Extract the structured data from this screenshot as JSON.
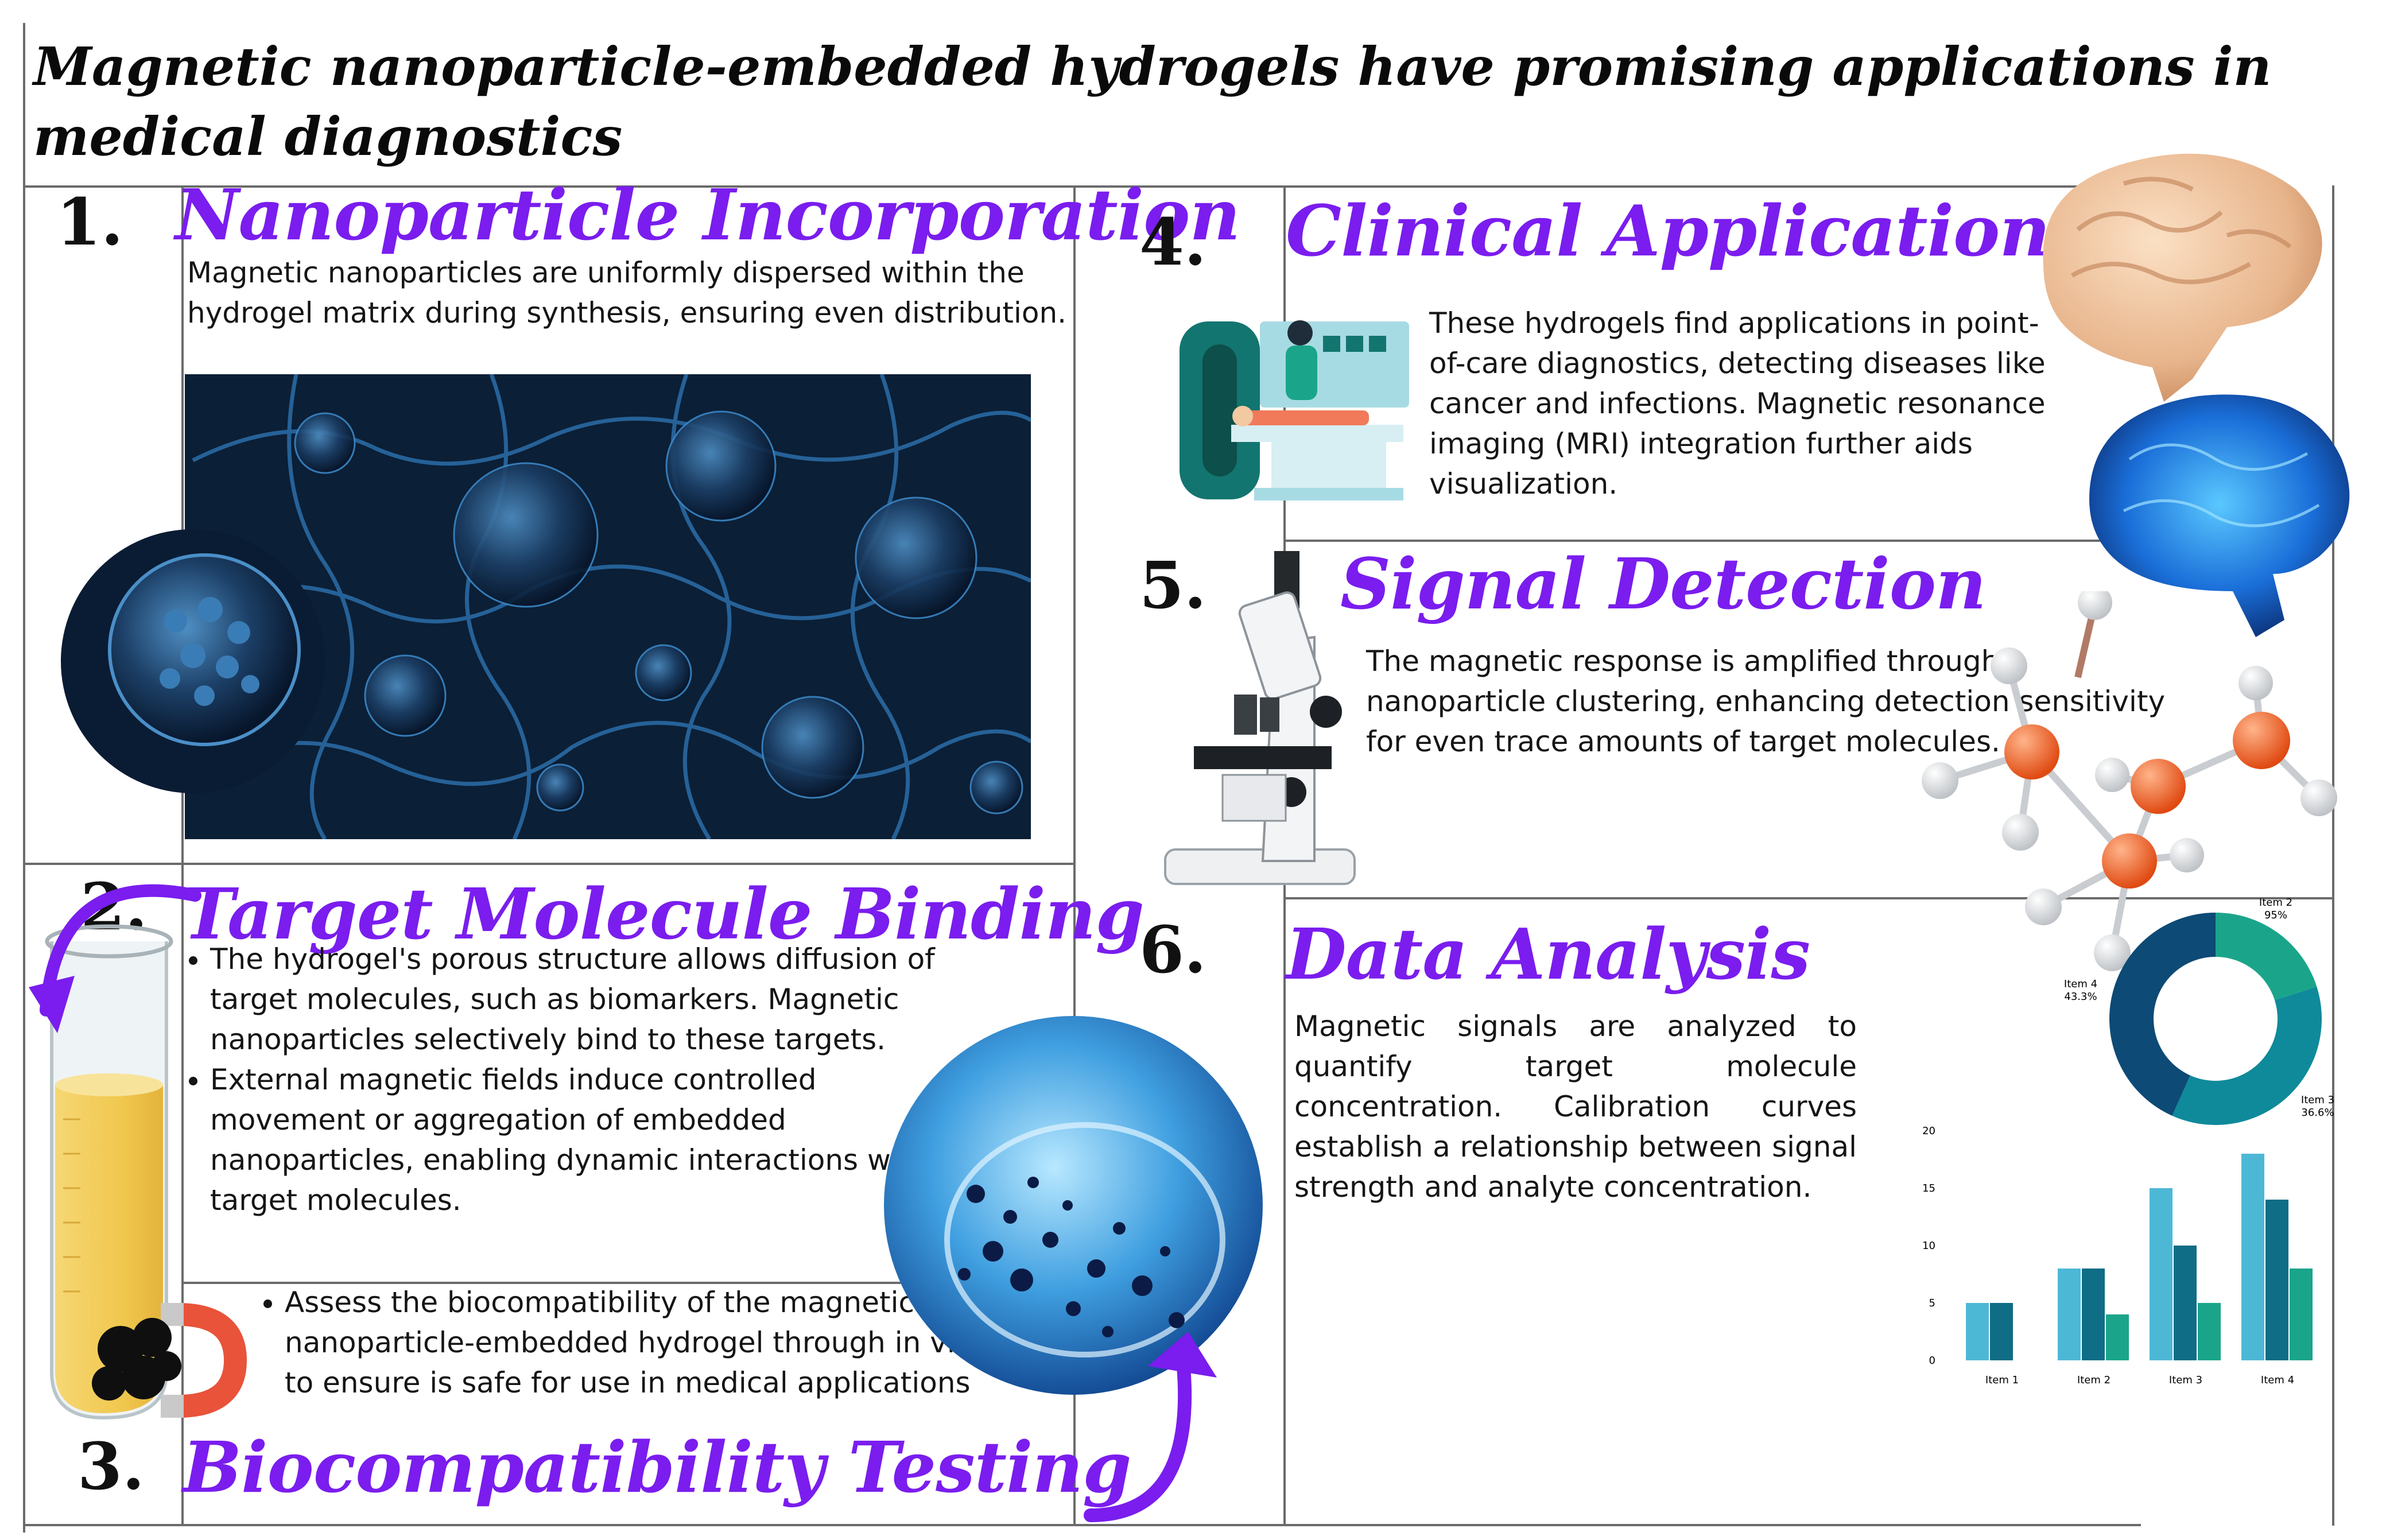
{
  "title": "Magnetic nanoparticle-embedded hydrogels have promising applications in medical diagnostics",
  "sections": {
    "s1": {
      "number": "1.",
      "title": "Nanoparticle Incorporation",
      "text": "Magnetic nanoparticles are uniformly dispersed within the hydrogel matrix during synthesis, ensuring even distribution."
    },
    "s2": {
      "number": "2.",
      "title": "Target Molecule Binding",
      "bullets": [
        "The hydrogel's porous structure allows diffusion of target molecules, such as biomarkers. Magnetic nanoparticles selectively bind to these targets.",
        "External magnetic fields induce controlled movement or aggregation of embedded nanoparticles, enabling dynamic interactions with target molecules."
      ]
    },
    "s3": {
      "number": "3.",
      "title": "Biocompatibility Testing",
      "bullets": [
        "Assess the biocompatibility of the magnetic nanoparticle-embedded hydrogel through in vitro to ensure is safe for use in medical applications"
      ]
    },
    "s4": {
      "number": "4.",
      "title": "Clinical Applications",
      "text": "These hydrogels find applications in point-of-care diagnostics, detecting diseases like cancer and infections. Magnetic resonance imaging (MRI) integration further aids visualization."
    },
    "s5": {
      "number": "5.",
      "title": "Signal Detection",
      "text": "The magnetic response is amplified through nanoparticle clustering, enhancing detection sensitivity for even trace amounts of target molecules."
    },
    "s6": {
      "number": "6.",
      "title": "Data Analysis",
      "text": "Magnetic signals are analyzed to quantify target molecule concentration. Calibration curves establish a relationship between signal strength and analyte concentration."
    }
  },
  "colors": {
    "accent": "#7a1dee",
    "teal": "#1aa58a",
    "navy": "#0d4a75",
    "lightblue": "#4db8d6"
  },
  "chart_data": [
    {
      "type": "pie",
      "categories": [
        "Item 2",
        "Item 3",
        "Item 4"
      ],
      "labels": [
        "Item 2\n95%",
        "Item 3\n36.6%",
        "Item 4\n43.3%"
      ],
      "values": [
        20.1,
        36.6,
        43.3
      ]
    },
    {
      "type": "bar",
      "categories": [
        "Item 1",
        "Item 2",
        "Item 3",
        "Item 4"
      ],
      "series": [
        {
          "values": [
            5,
            8,
            15,
            18
          ]
        },
        {
          "values": [
            5,
            8,
            10,
            14
          ]
        },
        {
          "values": [
            0,
            4,
            5,
            8
          ]
        }
      ],
      "yticks": [
        "0",
        "5",
        "10",
        "15",
        "20"
      ],
      "ylim": [
        0,
        20
      ]
    }
  ]
}
